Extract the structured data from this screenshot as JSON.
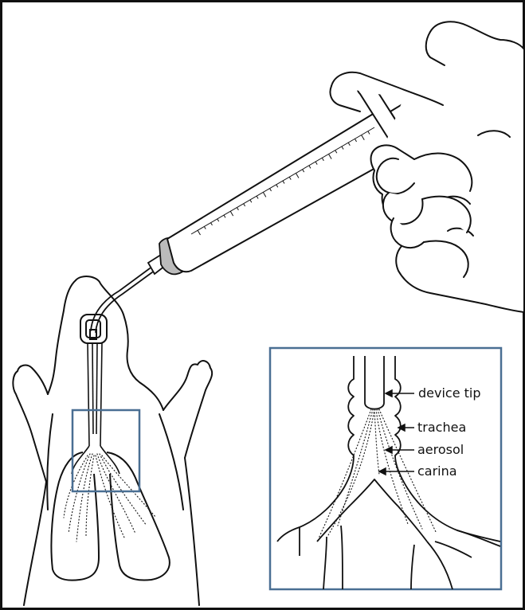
{
  "labels": {
    "device_tip": "device tip",
    "trachea": "trachea",
    "aerosol": "aerosol",
    "carina": "carina"
  },
  "colors": {
    "outline": "#111111",
    "inset_border": "#4a6f93",
    "background": "#ffffff"
  }
}
